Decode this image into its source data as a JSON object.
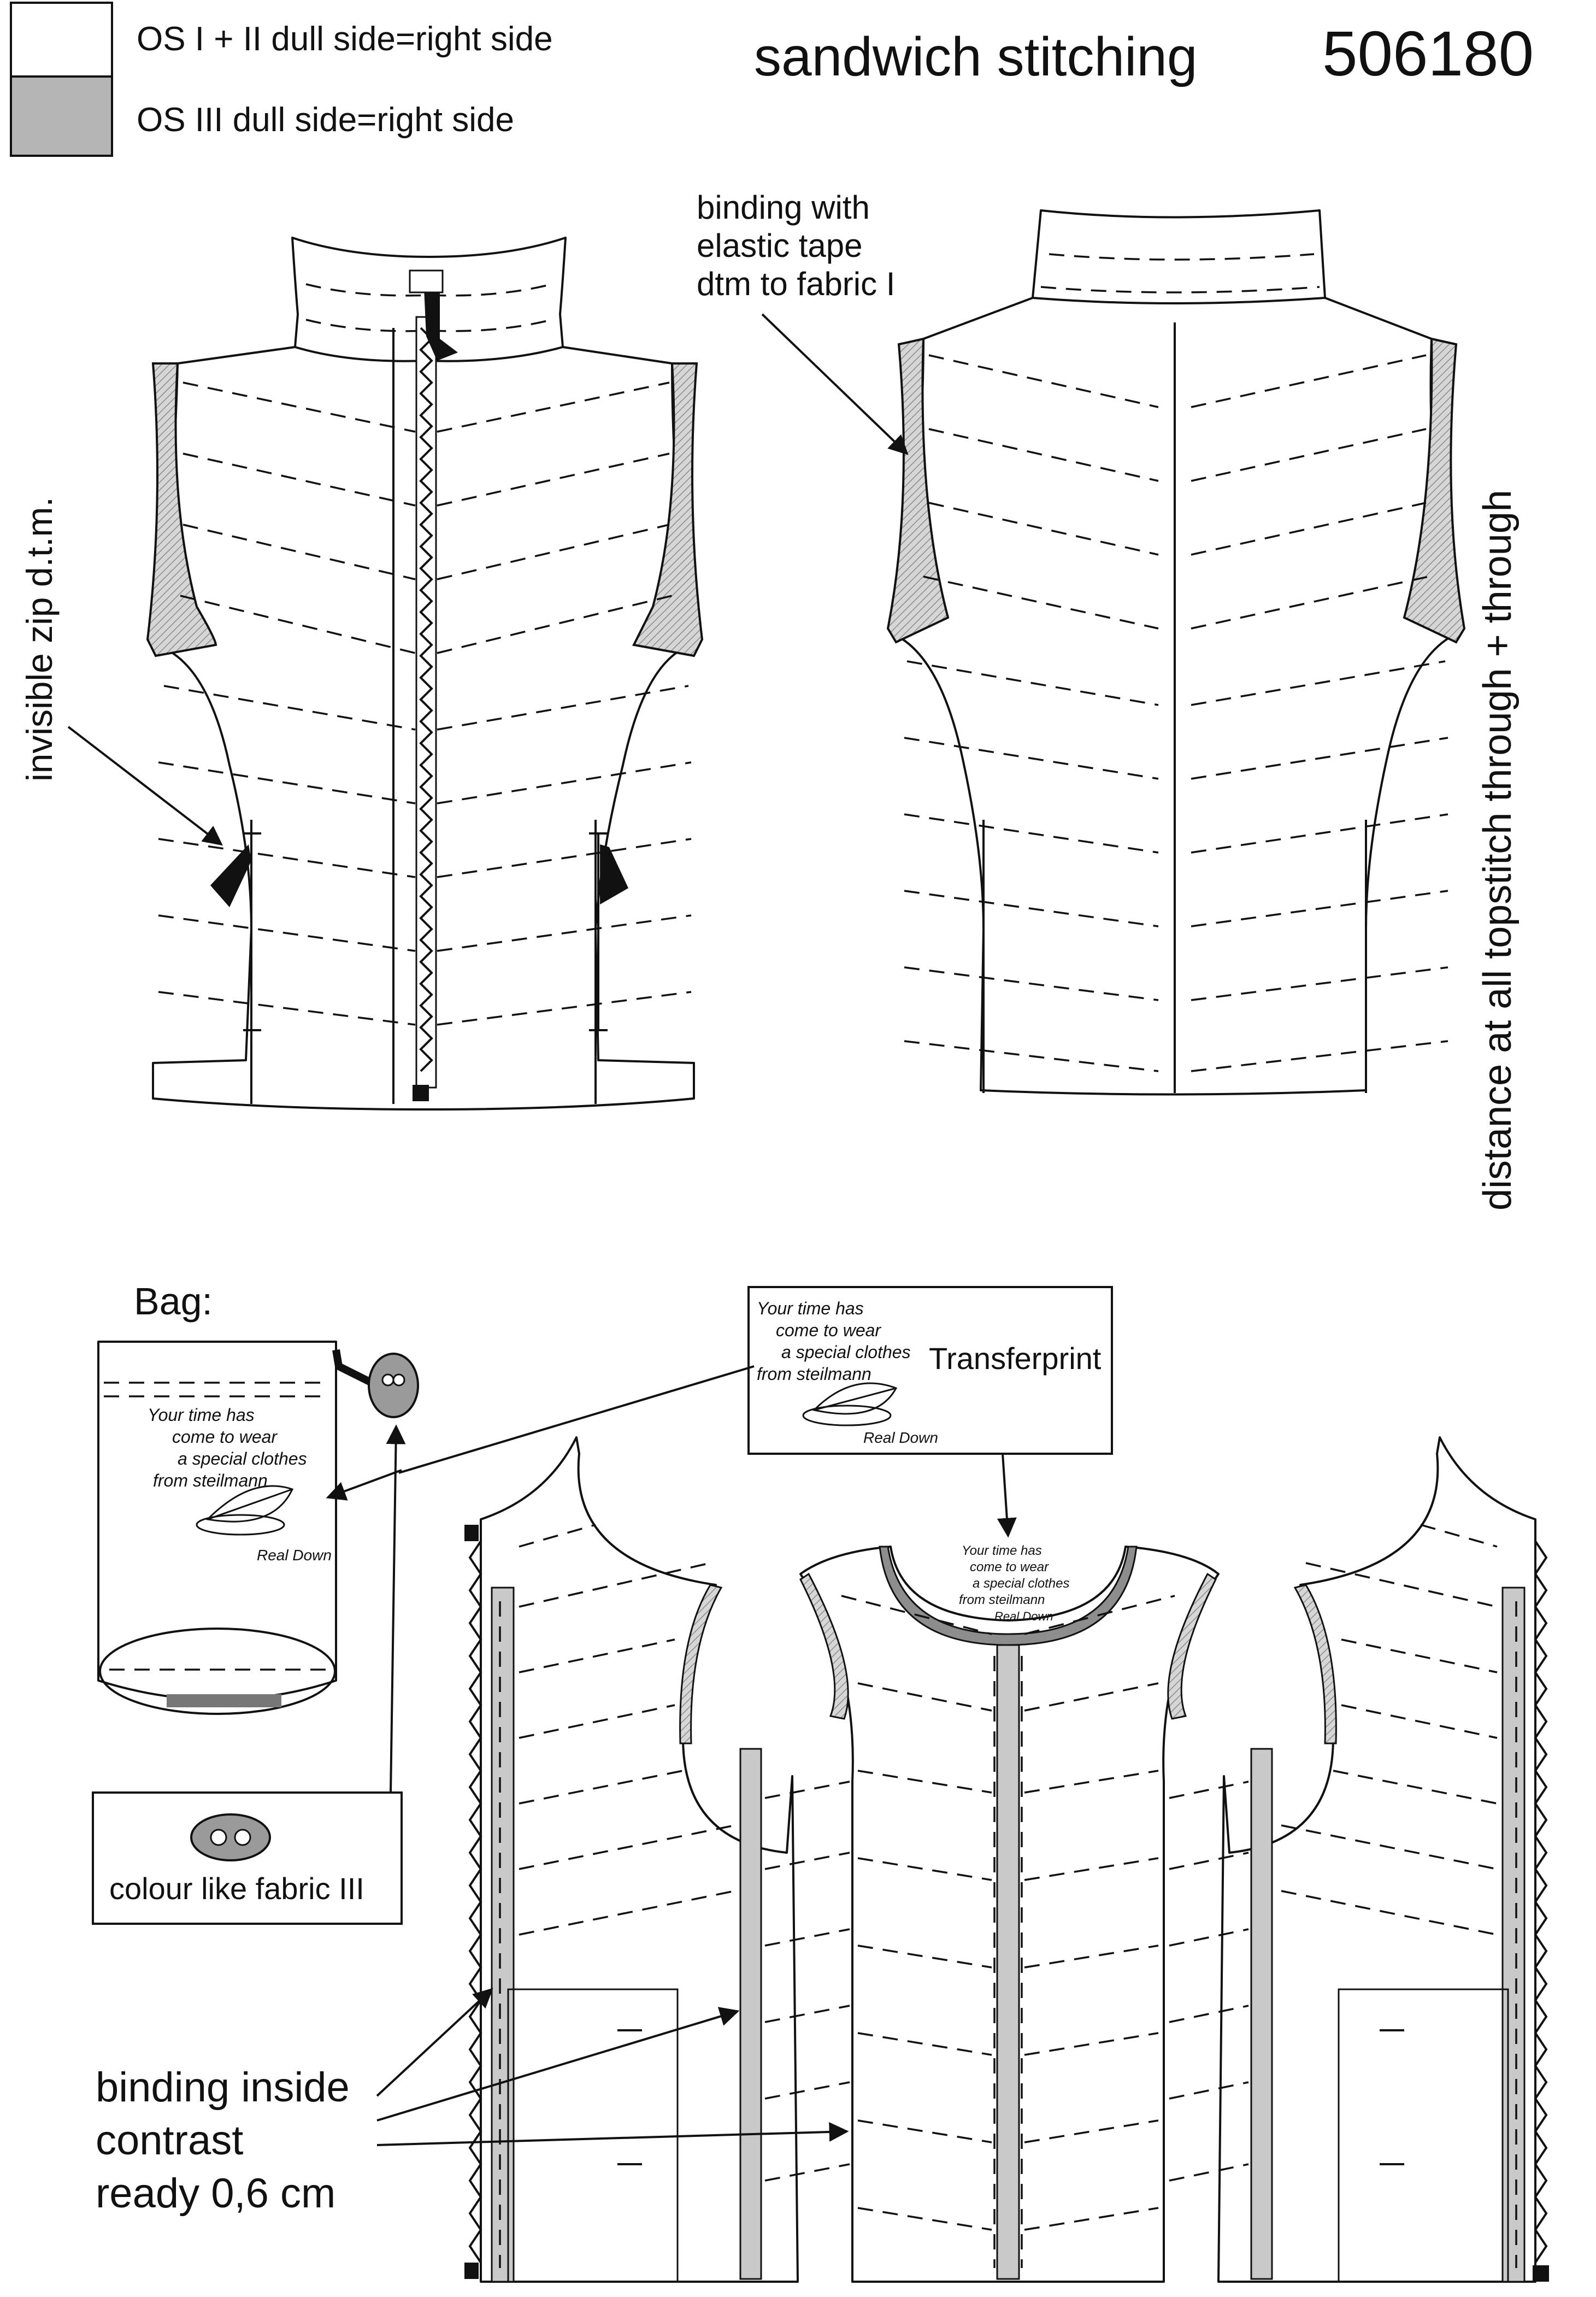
{
  "legend": {
    "items": [
      {
        "label": "OS I + II  dull side=right side",
        "swatch_color": "#ffffff"
      },
      {
        "label": "OS III dull side=right side",
        "swatch_color": "#b5b5b5"
      }
    ]
  },
  "header": {
    "title": "sandwich stitching",
    "article_number": "506180"
  },
  "annotations": {
    "binding_top": [
      "binding with",
      "elastic tape",
      "dtm to fabric I"
    ],
    "invisible_zip": "invisible zip d.t.m.",
    "topstitch_distance": "distance at all topstitch through + through",
    "bag_title": "Bag:",
    "transferprint": "Transferprint",
    "button_note": "colour like fabric III",
    "binding_inside": [
      "binding inside",
      "contrast",
      "ready 0,6 cm"
    ]
  },
  "label_print": {
    "lines": [
      "Your time has",
      "come to wear",
      "a special clothes",
      "from steilmann"
    ],
    "brand": "Real Down"
  },
  "colors": {
    "line": "#111111",
    "contrast_binding": "#c9c9c9",
    "swatch_grey": "#b5b5b5"
  }
}
